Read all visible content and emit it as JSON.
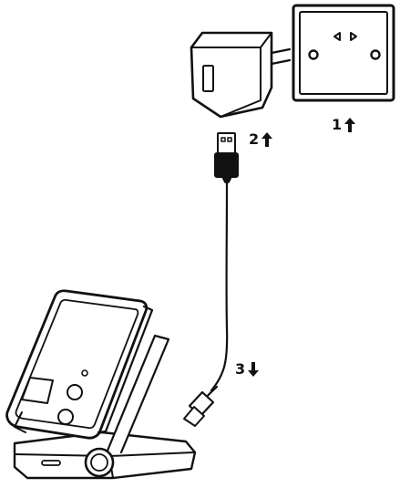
{
  "steps": [
    {
      "number": "1",
      "direction": "up"
    },
    {
      "number": "2",
      "direction": "up"
    },
    {
      "number": "3",
      "direction": "down"
    }
  ],
  "icons": [
    "wall-socket-icon",
    "power-adapter-icon",
    "usb-a-plug-icon",
    "usb-c-plug-icon",
    "charging-stand-icon",
    "phone-icon"
  ],
  "colors": {
    "line": "#111111",
    "fill": "#ffffff"
  }
}
